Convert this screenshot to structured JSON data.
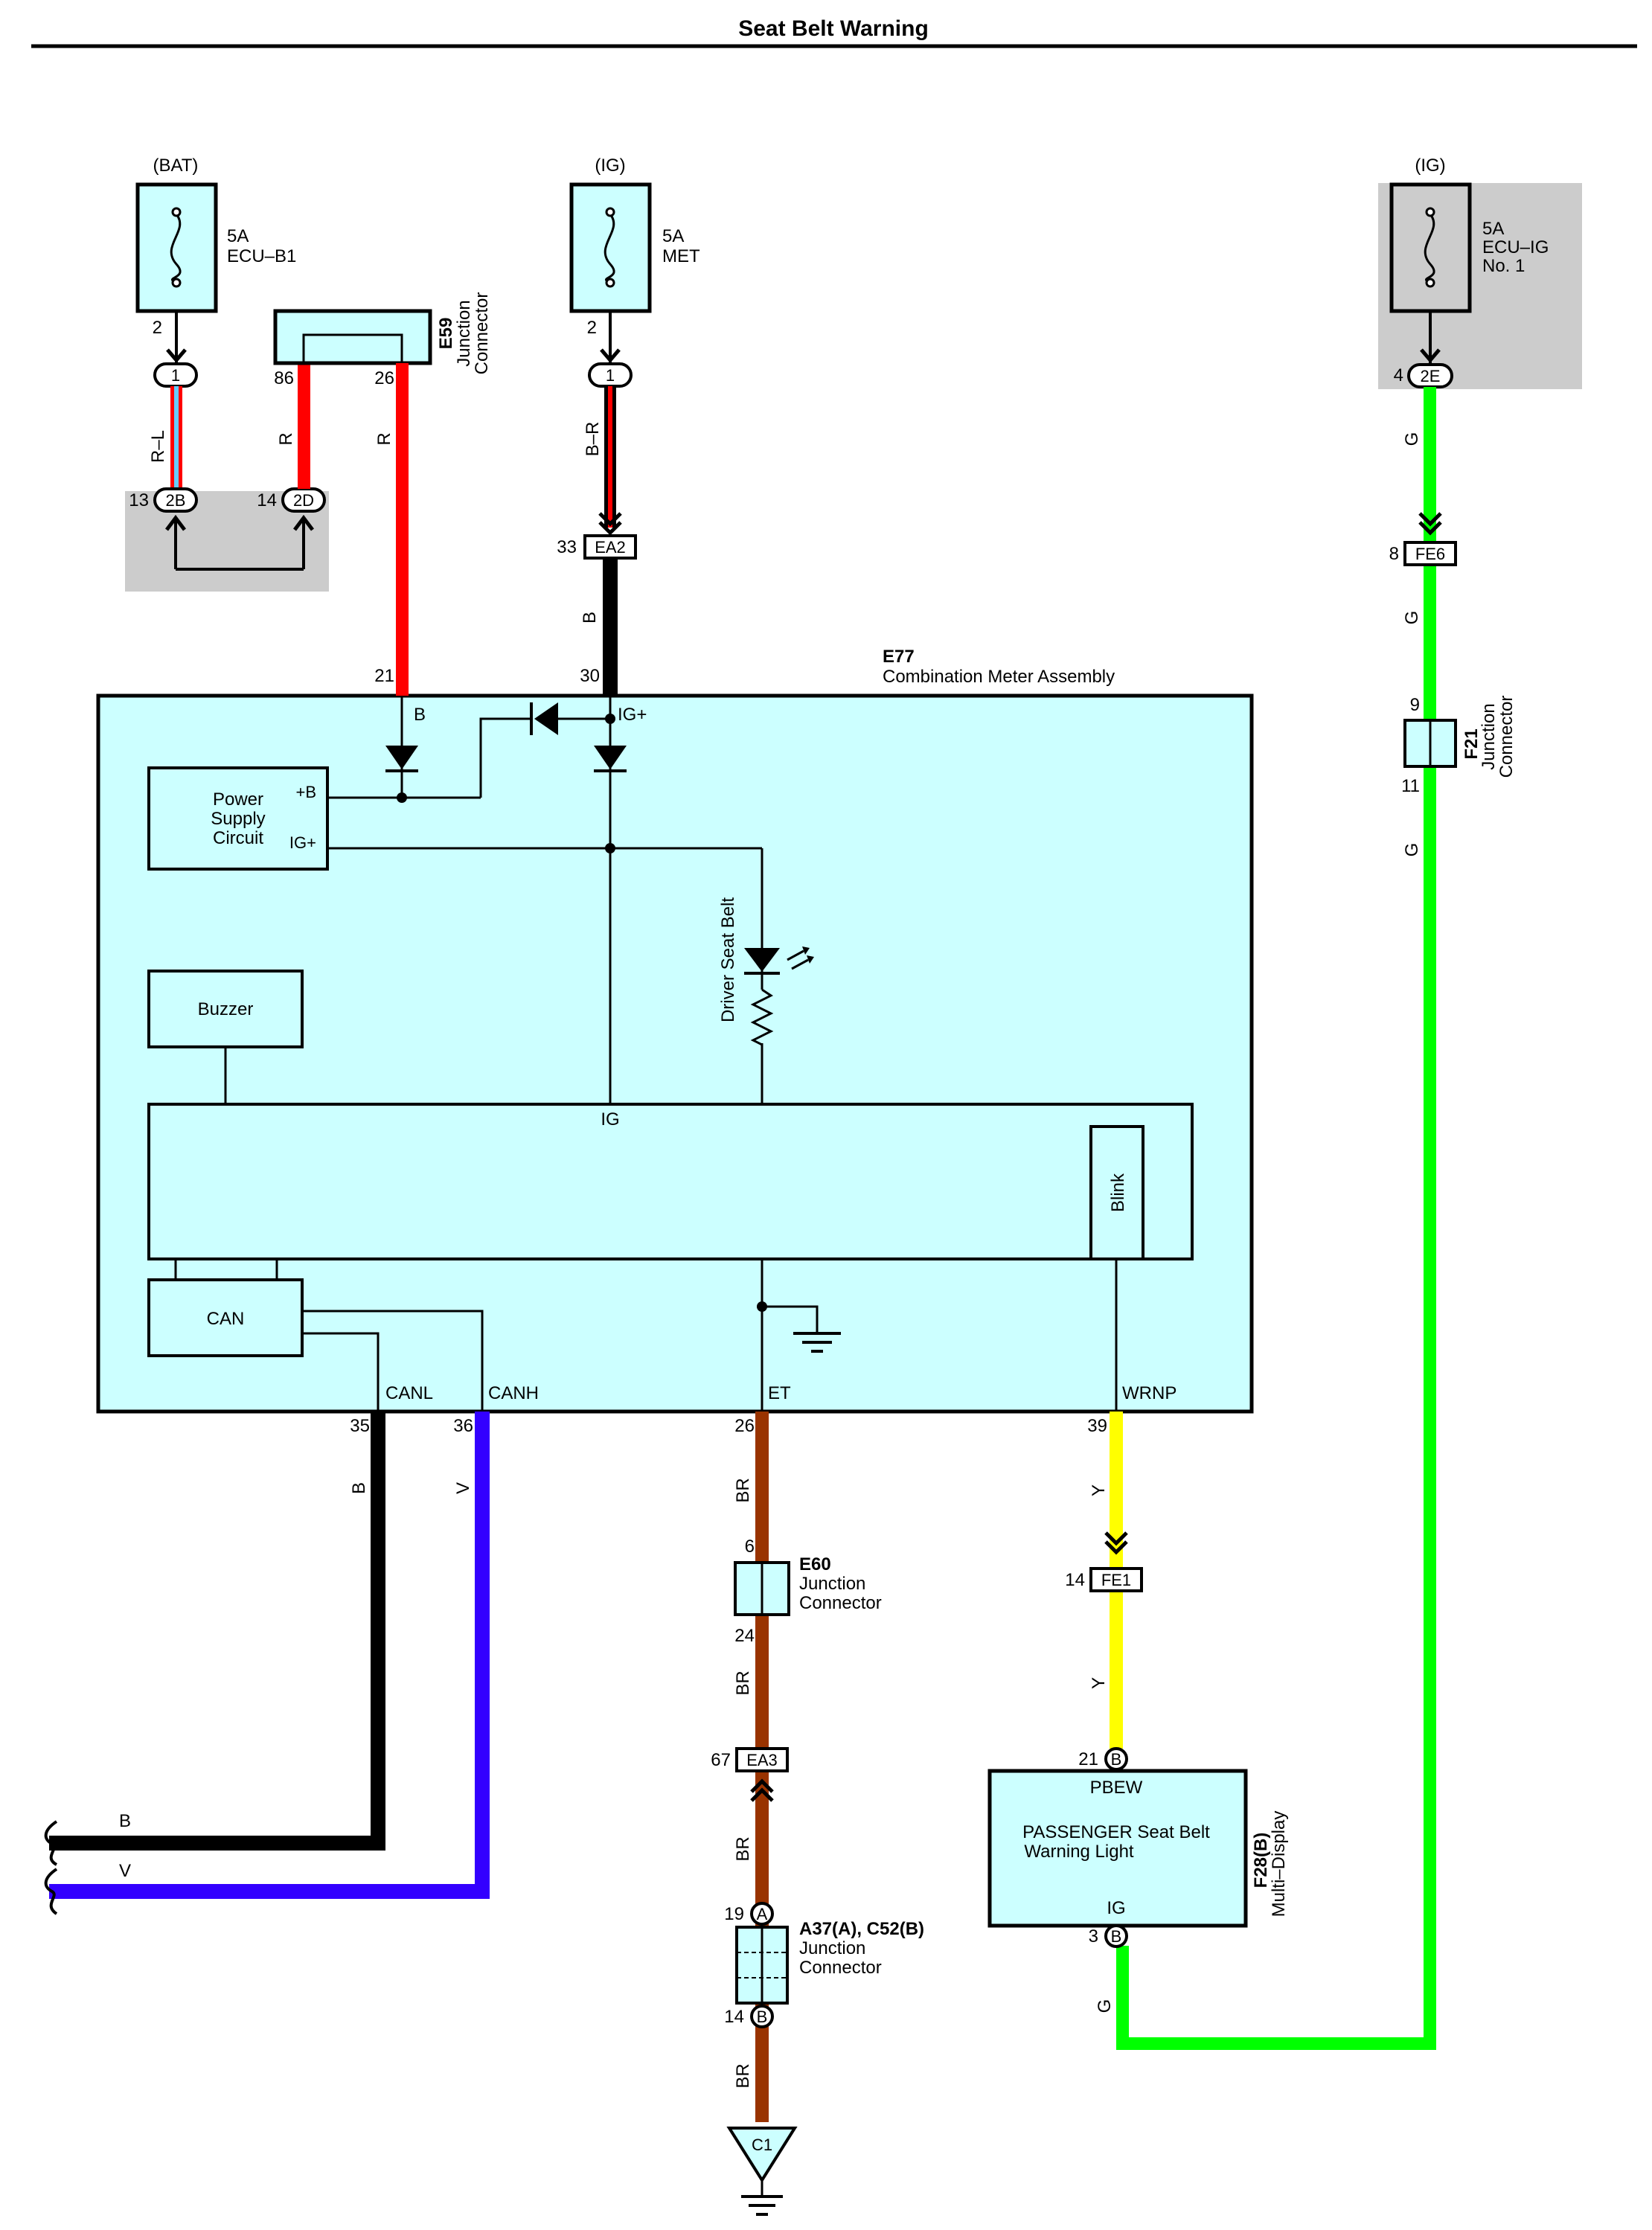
{
  "title": "Seat Belt Warning",
  "fuses": [
    {
      "source": "(BAT)",
      "rating": "5A",
      "name_lines": [
        "ECU–B1"
      ],
      "pin": "2"
    },
    {
      "source": "(IG)",
      "rating": "5A",
      "name_lines": [
        "MET"
      ],
      "pin": "2"
    },
    {
      "source": "(IG)",
      "rating": "5A",
      "name_lines": [
        "ECU–IG",
        "No. 1"
      ],
      "pin": "4"
    }
  ],
  "connectors": {
    "c1_left": "1",
    "c1_mid": "1",
    "c2e": "2E",
    "c2b": "2B",
    "c2d": "2D",
    "pin13": "13",
    "pin14": "14",
    "e59": {
      "id": "E59",
      "line1": "Junction",
      "line2": "Connector",
      "pin86": "86",
      "pin26": "26"
    },
    "ea2": {
      "label": "EA2",
      "pin": "33"
    },
    "fe6": {
      "label": "FE6",
      "pin": "8"
    },
    "f21": {
      "id": "F21",
      "line1": "Junction",
      "line2": "Connector",
      "pin_top": "9",
      "pin_bottom": "11"
    },
    "e60": {
      "id": "E60",
      "line1": "Junction",
      "line2": "Connector",
      "pin_top": "6",
      "pin_bottom": "24"
    },
    "ea3": {
      "label": "EA3",
      "pin": "67"
    },
    "fe1": {
      "label": "FE1",
      "pin": "14"
    },
    "a37": {
      "id": "A37(A), C52(B)",
      "line1": "Junction",
      "line2": "Connector",
      "a": "A",
      "b": "B",
      "pin_top": "19",
      "pin_bottom": "14"
    },
    "c1_ground": "C1"
  },
  "wires": {
    "r_l": "R–L",
    "r1": "R",
    "r2": "R",
    "b_r": "B–R",
    "b_top": "B",
    "g1": "G",
    "g2": "G",
    "g3": "G",
    "g4": "G",
    "b_canl": "B",
    "v_canh": "V",
    "br1": "BR",
    "br2": "BR",
    "br3": "BR",
    "br4": "BR",
    "y1": "Y",
    "y2": "Y",
    "b_end": "B",
    "v_end": "V"
  },
  "wire_colors": {
    "red": "#ff0000",
    "black": "#000000",
    "green": "#00ff00",
    "violet": "#3300ff",
    "brown": "#993300",
    "yellow": "#ffff00",
    "blue": "#66ccff",
    "box": "#ccffff",
    "shade": "#cccccc"
  },
  "meter": {
    "id": "E77",
    "name": "Combination Meter Assembly",
    "pin21": "21",
    "pin30": "30",
    "pin35": "35",
    "pin36": "36",
    "pin26": "26",
    "pin39": "39",
    "term_b": "B",
    "term_igplus": "IG+",
    "power_lines": [
      "Power",
      "Supply",
      "Circuit"
    ],
    "ps_b": "+B",
    "ps_ig": "IG+",
    "led_label": "Driver Seat Belt",
    "buzzer": "Buzzer",
    "ig": "IG",
    "blink": "Blink",
    "can": "CAN",
    "canl": "CANL",
    "canh": "CANH",
    "et": "ET",
    "wrnp": "WRNP"
  },
  "multi_display": {
    "id": "F28(B)",
    "name": "Multi–Display",
    "pbew": "PBEW",
    "line1": "PASSENGER Seat Belt",
    "line2": "Warning Light",
    "ig": "IG",
    "pin21": "21",
    "pin3": "3",
    "b1": "B",
    "b2": "B"
  }
}
